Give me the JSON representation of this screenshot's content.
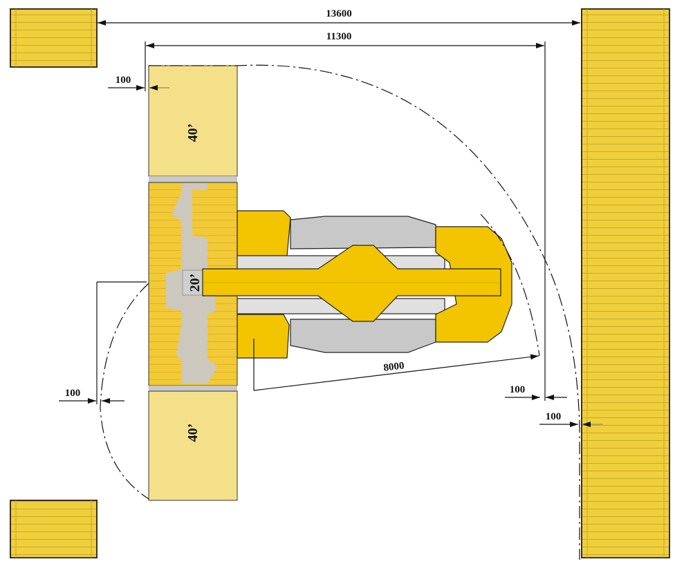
{
  "dimensions": {
    "overall_width": "13600",
    "inner_width": "11300",
    "turning_radius": "8000",
    "clearance_top_left": "100",
    "clearance_left": "100",
    "clearance_right_inner": "100",
    "clearance_right_outer": "100"
  },
  "containers": {
    "top": "40’",
    "middle": "20’",
    "bottom": "40’"
  },
  "colors": {
    "container_yellow": "#f0cf3c",
    "container_pale": "#f5e08a",
    "machine_yellow": "#f2c500",
    "machine_gray": "#c8c8c8",
    "spreader_gray": "#cdc8bd"
  }
}
